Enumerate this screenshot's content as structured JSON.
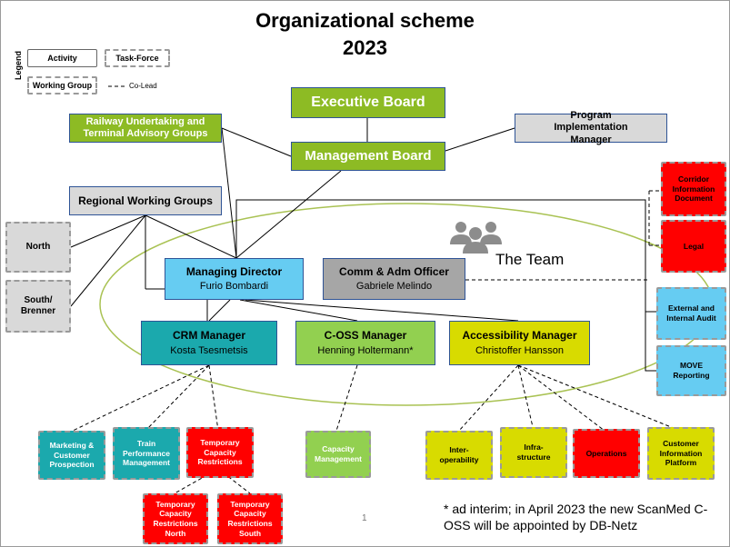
{
  "title": "Organizational scheme",
  "year": "2023",
  "legend": {
    "label": "Legend",
    "activity": "Activity",
    "task_force": "Task-Force",
    "working_group": "Working Group",
    "co_lead": "Co-Lead"
  },
  "boxes": {
    "executive_board": "Executive Board",
    "management_board": "Management Board",
    "railway_advisory": "Railway Undertaking and Terminal Advisory Groups",
    "program_manager": "Program Implementation Manager",
    "regional_wg": "Regional Working Groups",
    "north": "North",
    "south_brenner": "South/ Brenner",
    "team_label": "The Team",
    "managing_director": {
      "role": "Managing Director",
      "name": "Furio Bombardi"
    },
    "comm_adm": {
      "role": "Comm & Adm Officer",
      "name": "Gabriele Melindo"
    },
    "crm_manager": {
      "role": "CRM Manager",
      "name": "Kosta Tsesmetsis"
    },
    "coss_manager": {
      "role": "C-OSS Manager",
      "name": "Henning Holtermann*"
    },
    "access_manager": {
      "role": "Accessibility Manager",
      "name": "Christoffer Hansson"
    },
    "cid": "Corridor Information Document",
    "legal": "Legal",
    "audit": "External and Internal Audit",
    "move": "MOVE Reporting",
    "marketing": "Marketing & Customer Prospection",
    "train_perf": "Train Performance Management",
    "tcr": "Temporary Capacity Restrictions",
    "tcr_north": "Temporary Capacity Restrictions North",
    "tcr_south": "Temporary Capacity Restrictions South",
    "capacity_mgmt": "Capacity Management",
    "interop": "Inter-operability",
    "infra": "Infra-structure",
    "operations": "Operations",
    "cip": "Customer Information Platform"
  },
  "page_number": "1",
  "footnote": "* ad interim; in April 2023 the new ScanMed C-OSS will be appointed by DB-Netz",
  "colors": {
    "green": "#8dbb24",
    "grey": "#d9d9d9",
    "lightblue": "#66ccf2",
    "teal": "#1ba9ad",
    "lightgreen": "#92d050",
    "yellow": "#d8db00",
    "red": "#ff0000",
    "ellipse": "#a9c253"
  }
}
